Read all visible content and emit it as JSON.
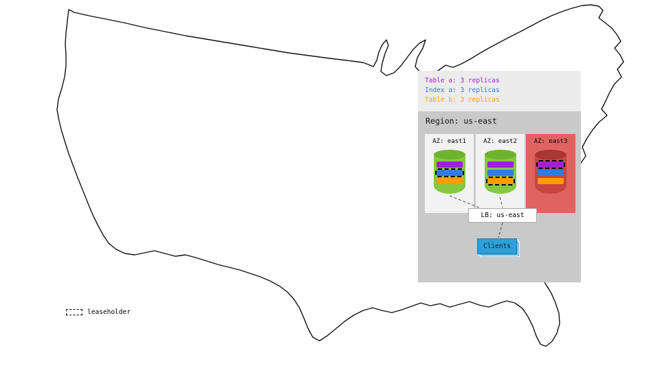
{
  "legend": {
    "items": [
      {
        "label": "Table a: 3 replicas",
        "color_key": "table_a"
      },
      {
        "label": "Index a: 3 replicas",
        "color_key": "index_a"
      },
      {
        "label": "Table b: 3 replicas",
        "color_key": "table_b"
      }
    ]
  },
  "region": {
    "title": "Region: us-east",
    "azs": [
      {
        "label": "AZ: east1",
        "down": false,
        "leaseholder_bar": 1
      },
      {
        "label": "AZ: east2",
        "down": false,
        "leaseholder_bar": 2
      },
      {
        "label": "AZ: east3",
        "down": true,
        "leaseholder_bar": 0
      }
    ],
    "load_balancer": {
      "label": "LB: us-east"
    },
    "clients": {
      "label": "Clients"
    }
  },
  "map_legend": {
    "label": "leaseholder"
  },
  "colors": {
    "table_a": "#a21fd6",
    "index_a": "#2f7de1",
    "table_b": "#ff9c00",
    "panel_bg": "#ececec",
    "region_bg": "#c9c9c9",
    "az_bg": "#f2f2f2",
    "az_down_bg": "#e06362",
    "cylinder_green": "#84c940",
    "cylinder_green_top": "#6cb32e",
    "cylinder_down": "#c8443f",
    "cylinder_down_top": "#a83632",
    "clients_blue": "#2e9fd8"
  }
}
